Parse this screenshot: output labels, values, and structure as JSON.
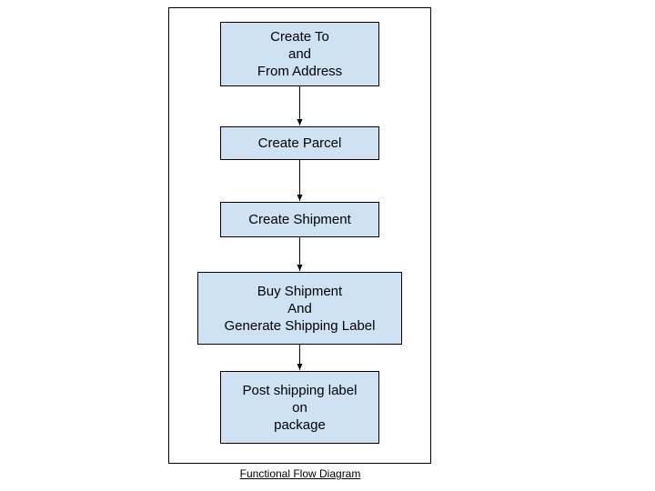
{
  "diagram": {
    "steps": [
      {
        "label": "Create To\nand\nFrom Address"
      },
      {
        "label": "Create Parcel"
      },
      {
        "label": "Create Shipment"
      },
      {
        "label": "Buy Shipment\nAnd\nGenerate Shipping Label"
      },
      {
        "label": "Post shipping label\non\npackage"
      }
    ],
    "caption": "Functional Flow Diagram",
    "box_fill": "#cfe2f3",
    "line_color": "#000000"
  }
}
